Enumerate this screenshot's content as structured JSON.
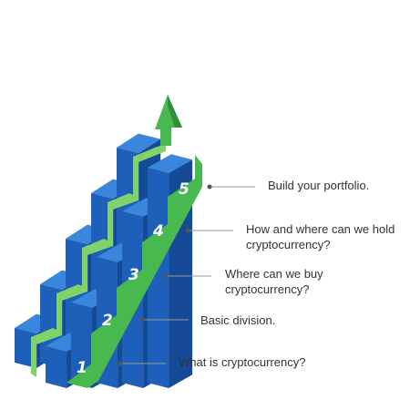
{
  "colors": {
    "blue_top": "#3a86dc",
    "blue_front": "#1d5fb9",
    "blue_side": "#144a96",
    "green_main": "#47b94f",
    "green_light": "#7fd36a",
    "green_dark": "#2e8f3c",
    "leader": "#9a9a9a",
    "dot": "#555555",
    "text": "#333333"
  },
  "arrow_icon": "up-arrow-icon",
  "steps": [
    {
      "number": "1",
      "label": "What is cryptocurrency?"
    },
    {
      "number": "2",
      "label": "Basic division."
    },
    {
      "number": "3",
      "label": "Where can we buy\ncryptocurrency?"
    },
    {
      "number": "4",
      "label": "How and where can we hold\ncryptocurrency?"
    },
    {
      "number": "5",
      "label": "Build your portfolio."
    }
  ]
}
